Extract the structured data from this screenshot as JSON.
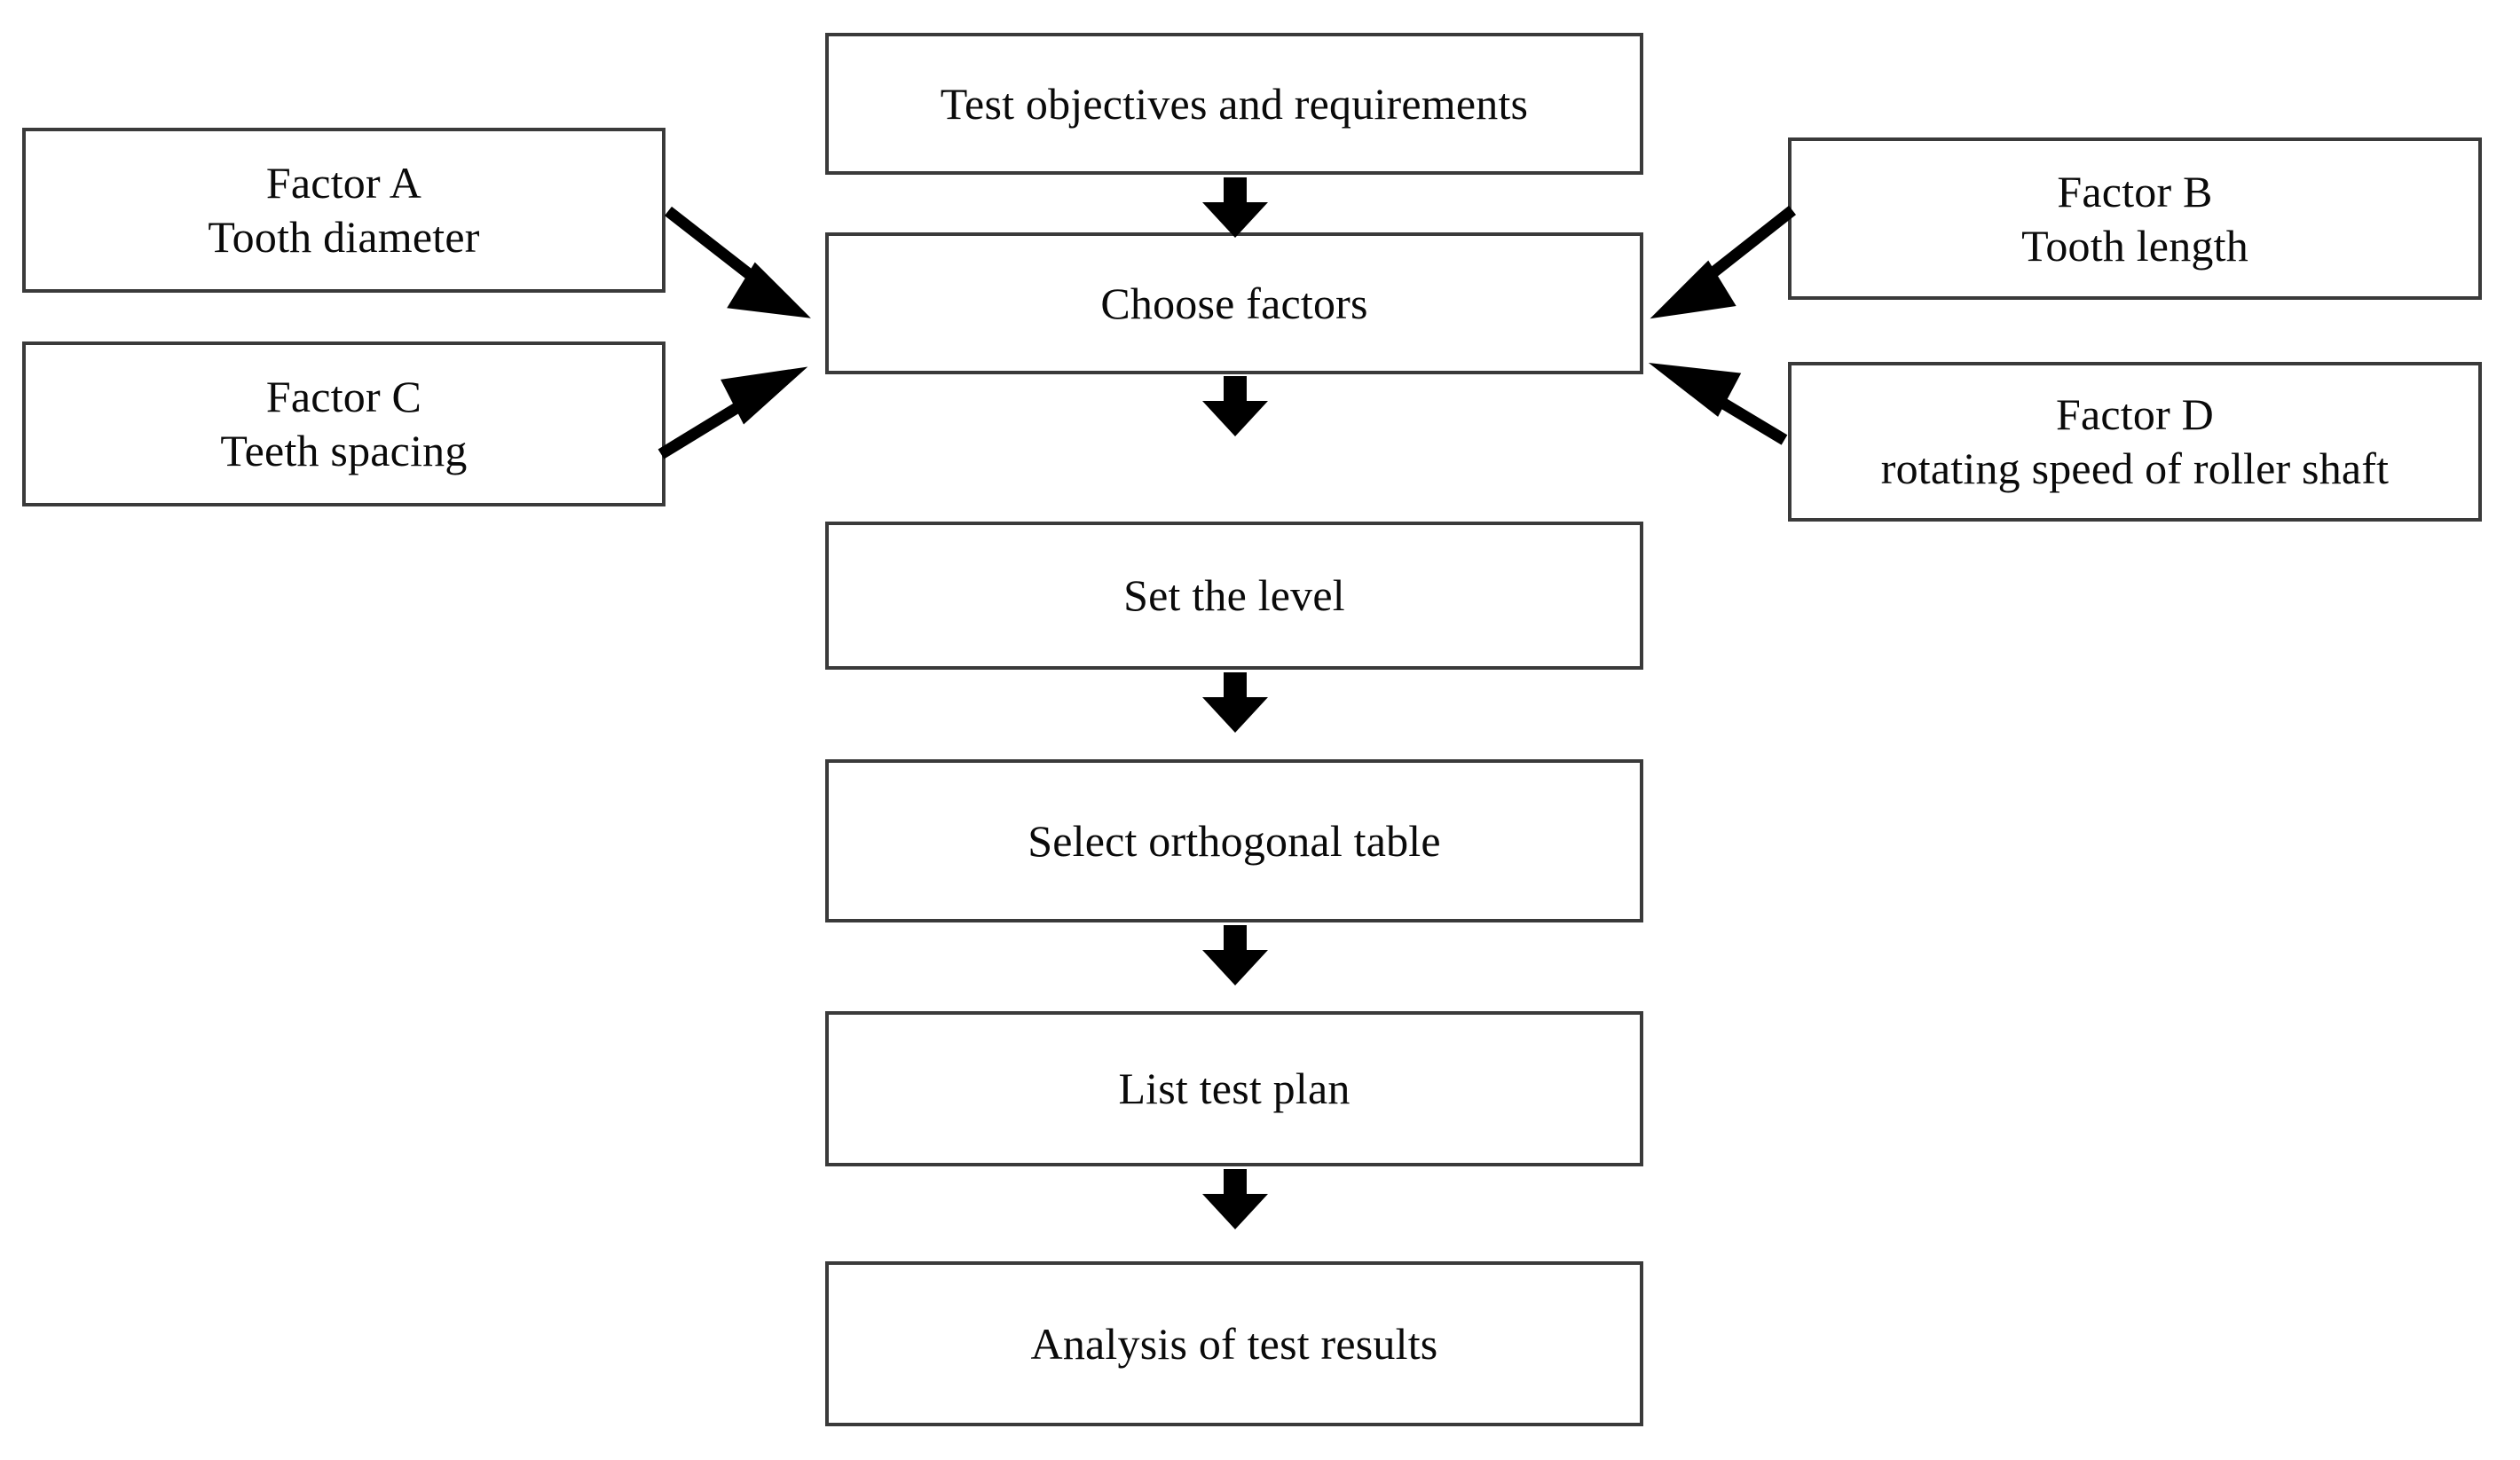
{
  "diagram": {
    "title": "Orthogonal test design flowchart",
    "background_color": "#ffffff",
    "box_border_color": "#3a3a3a",
    "text_color": "#0a0a0a",
    "arrow_color": "#000000",
    "center_nodes": [
      {
        "id": "objectives",
        "lines": [
          "Test objectives and requirements"
        ]
      },
      {
        "id": "choose-factors",
        "lines": [
          "Choose factors"
        ]
      },
      {
        "id": "set-level",
        "lines": [
          "Set the level"
        ]
      },
      {
        "id": "select-orthogonal-table",
        "lines": [
          "Select orthogonal table"
        ]
      },
      {
        "id": "list-test-plan",
        "lines": [
          "List test plan"
        ]
      },
      {
        "id": "analysis-of-test-results",
        "lines": [
          "Analysis of test results"
        ]
      }
    ],
    "left_nodes": [
      {
        "id": "factor-a",
        "lines": [
          "Factor A",
          "Tooth diameter"
        ]
      },
      {
        "id": "factor-c",
        "lines": [
          "Factor C",
          "Teeth spacing"
        ]
      }
    ],
    "right_nodes": [
      {
        "id": "factor-b",
        "lines": [
          "Factor B",
          "Tooth length"
        ]
      },
      {
        "id": "factor-d",
        "lines": [
          "Factor D",
          "rotating speed of roller shaft"
        ]
      }
    ],
    "connectors": [
      {
        "id": "objectives-to-choose-factors",
        "type": "arrow-down"
      },
      {
        "id": "choose-factors-to-set-level",
        "type": "arrow-down"
      },
      {
        "id": "set-level-to-select-orthogonal-table",
        "type": "arrow-down"
      },
      {
        "id": "select-orthogonal-table-to-list-test-plan",
        "type": "arrow-down"
      },
      {
        "id": "list-test-plan-to-analysis",
        "type": "arrow-down"
      },
      {
        "id": "factor-a-to-choose-factors",
        "type": "arrow-diagonal"
      },
      {
        "id": "factor-c-to-choose-factors",
        "type": "arrow-diagonal"
      },
      {
        "id": "factor-b-to-choose-factors",
        "type": "arrow-diagonal"
      },
      {
        "id": "factor-d-to-choose-factors",
        "type": "arrow-diagonal"
      }
    ]
  }
}
